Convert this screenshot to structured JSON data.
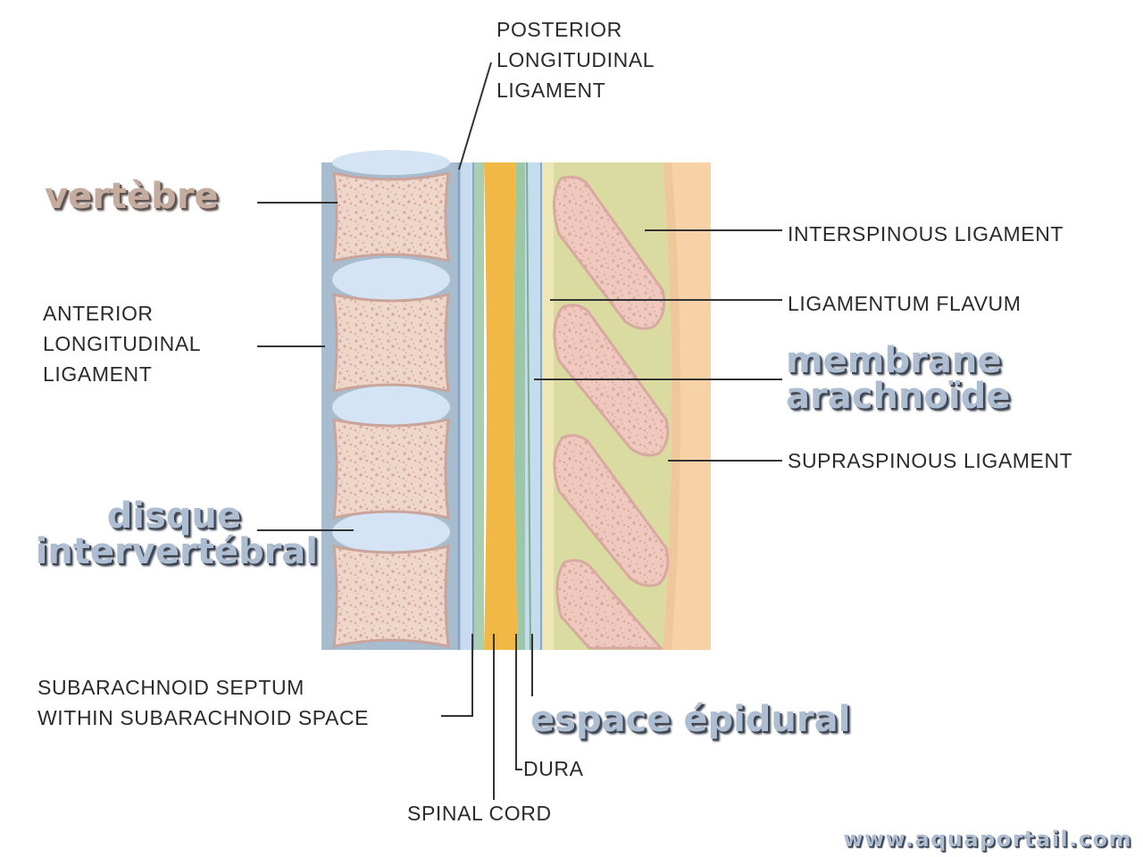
{
  "labels": {
    "posterior_longitudinal_ligament": [
      "POSTERIOR",
      "LONGITUDINAL",
      "LIGAMENT"
    ],
    "anterior_longitudinal_ligament": [
      "ANTERIOR",
      "LONGITUDINAL",
      "LIGAMENT"
    ],
    "interspinous_ligament": "INTERSPINOUS LIGAMENT",
    "ligamentum_flavum": "LIGAMENTUM FLAVUM",
    "supraspinous_ligament": "SUPRASPINOUS LIGAMENT",
    "subarachnoid_septum": [
      "SUBARACHNOID SEPTUM",
      "WITHIN SUBARACHNOID SPACE"
    ],
    "dura": "DURA",
    "spinal_cord": "SPINAL CORD"
  },
  "french_labels": {
    "vertebre": "vertèbre",
    "membrane_arachnoide": [
      "membrane",
      "arachnoïde"
    ],
    "disque_intervertebral": [
      "disque",
      "intervertébral"
    ],
    "espace_epidural": "espace épidural"
  },
  "watermark": "www.aquaportail.com",
  "colors": {
    "vertebra_fill": "#eed6c8",
    "vertebra_outline": "#c9a49a",
    "bone_dots": "#d8a8a0",
    "disc": "#d4e4f4",
    "anterior_ligament": "#a8bcd0",
    "spinal_cord": "#f2b846",
    "dura": "#9dc8a8",
    "epidural_space": "#c5dbee",
    "ligamentum_flavum": "#d9dba0",
    "spinous_fill": "#f0c9be",
    "supraspinous": "#f6d2a6",
    "french_vertebre": "#c6ab9f",
    "french_blue": "#aebed2"
  }
}
